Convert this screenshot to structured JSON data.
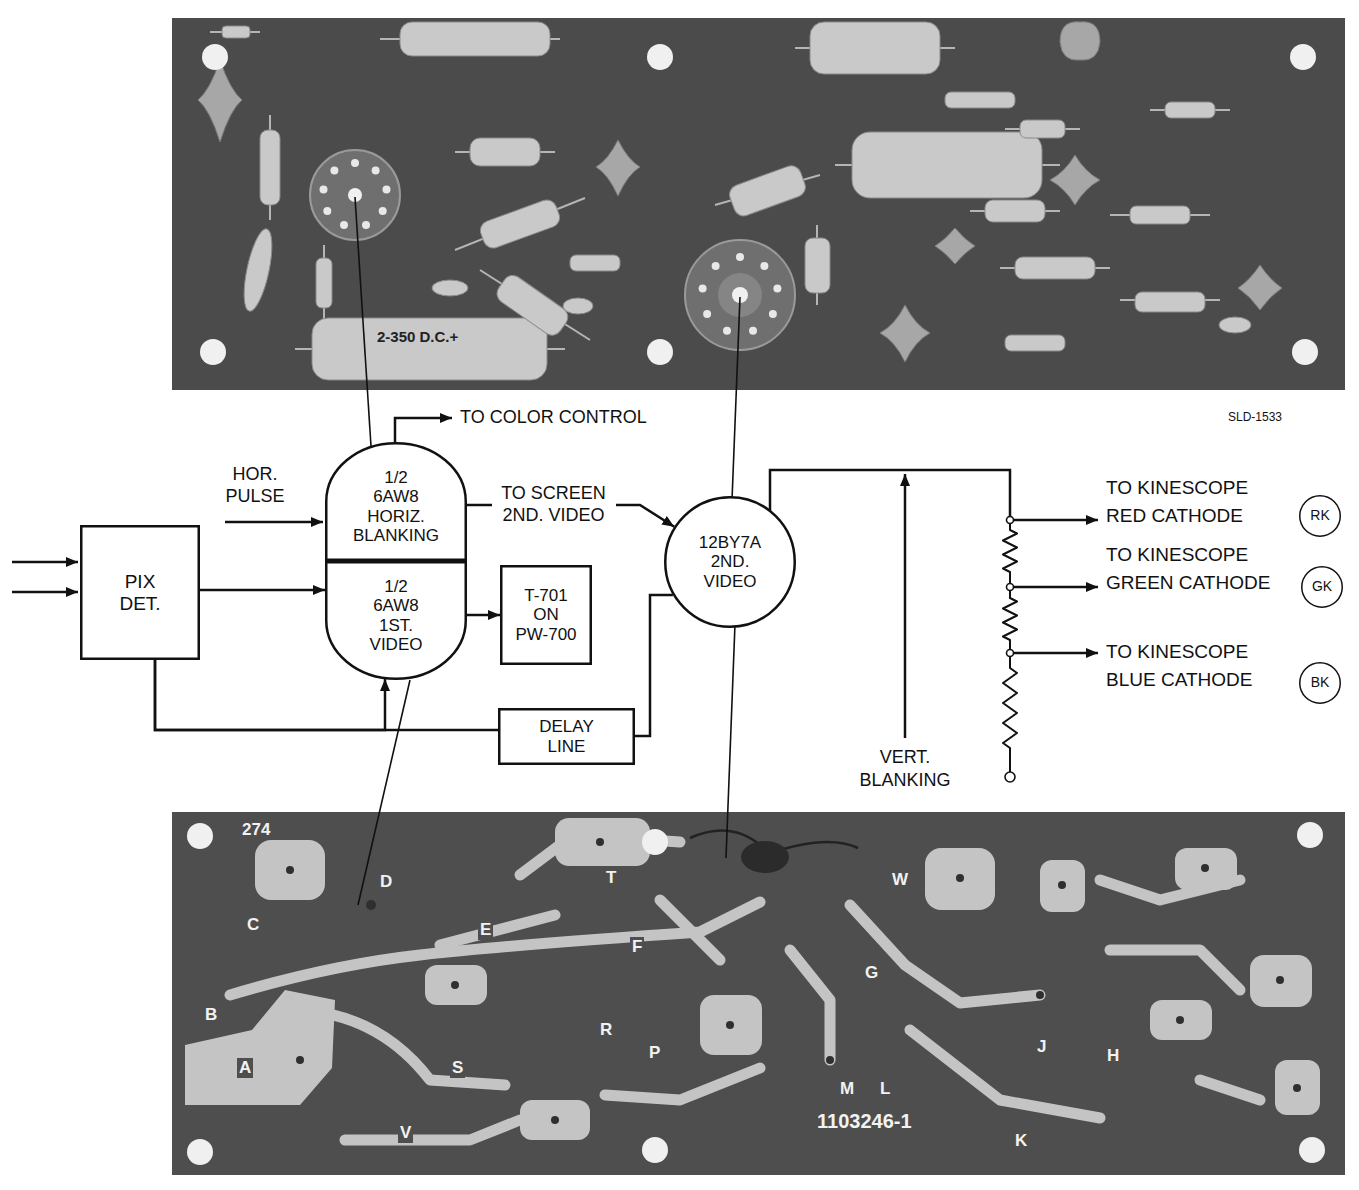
{
  "diagram": {
    "nodes": [
      {
        "text": [
          "PIX DET."
        ]
      },
      {
        "text": [
          "1/2 6AW8 HORIZ. BLANKING"
        ]
      },
      {
        "text": [
          "1/2 6AW8 1ST. VIDEO"
        ]
      },
      {
        "text": [
          "T-701 ON PW-700"
        ]
      },
      {
        "text": [
          "DELAY LINE"
        ]
      },
      {
        "text": [
          "12BY7A 2ND. VIDEO"
        ]
      },
      {
        "text": [
          "RK"
        ]
      },
      {
        "text": [
          "GK"
        ]
      },
      {
        "text": [
          "BK"
        ]
      }
    ],
    "edges": [
      {
        "from": 0,
        "to": 2,
        "arrow": "to"
      },
      {
        "from": 0,
        "to": 2,
        "arrow": "to"
      },
      {
        "from": 0,
        "to": 4,
        "arrow": "none"
      },
      {
        "from": 1,
        "to": 5,
        "label": "TO SCREEN 2ND. VIDEO",
        "arrow": "to"
      },
      {
        "from": 2,
        "to": 3,
        "arrow": "to"
      },
      {
        "from": 4,
        "to": 5,
        "arrow": "none"
      }
    ],
    "labels": [
      "HOR. PULSE",
      "TO COLOR CONTROL",
      "TO KINESCOPE RED CATHODE",
      "TO KINESCOPE GREEN CATHODE",
      "TO KINESCOPE BLUE CATHODE",
      "VERT. BLANKING",
      "SLD-1533",
      "2-350 D.C.+",
      "274",
      "D",
      "C",
      "B",
      "A",
      "S",
      "V",
      "E",
      "F",
      "T",
      "W",
      "G",
      "R",
      "P",
      "M",
      "L",
      "1103246-1",
      "J",
      "H",
      "K"
    ]
  }
}
